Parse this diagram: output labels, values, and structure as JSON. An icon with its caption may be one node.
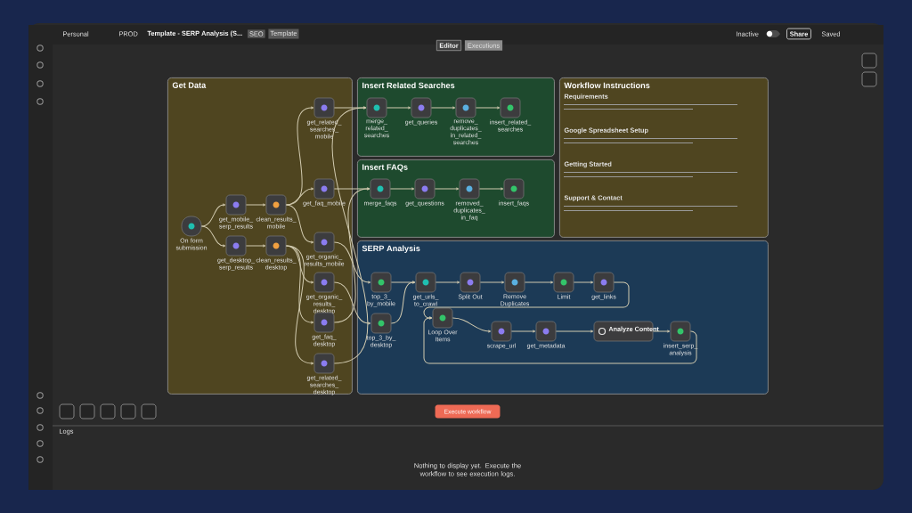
{
  "diagram": {
    "nodes": [
      {
        "text": [
          "Get Data"
        ]
      },
      {
        "text": [
          "Insert Related Searches"
        ]
      },
      {
        "text": [
          "Insert FAQs"
        ]
      },
      {
        "text": [
          "Workflow Instructions",
          "Requirements",
          "Google Spreadsheet Setup",
          "Getting Started",
          "Support & Contact"
        ]
      },
      {
        "text": [
          "SERP Analysis"
        ]
      },
      {
        "text": [
          "On form submission"
        ],
        "in": 0
      },
      {
        "text": [
          "get_mobile_serp_results"
        ],
        "in": 0
      },
      {
        "text": [
          "clean_results_mobile"
        ],
        "in": 0
      },
      {
        "text": [
          "get_desktop_serp_results"
        ],
        "in": 0
      },
      {
        "text": [
          "clean_results_desktop"
        ],
        "in": 0
      },
      {
        "text": [
          "get_related_searches_mobile"
        ],
        "in": 0
      },
      {
        "text": [
          "get_faq_mobile"
        ],
        "in": 0
      },
      {
        "text": [
          "get_organic_results_mobile"
        ],
        "in": 0
      },
      {
        "text": [
          "get_organic_results_desktop"
        ],
        "in": 0
      },
      {
        "text": [
          "get_faq_desktop"
        ],
        "in": 0
      },
      {
        "text": [
          "get_related_searches_desktop"
        ],
        "in": 0
      },
      {
        "text": [
          "merge_related_searches"
        ],
        "in": 1
      },
      {
        "text": [
          "get_queries"
        ],
        "in": 1
      },
      {
        "text": [
          "remove_duplicates_in_related_searches"
        ],
        "in": 1
      },
      {
        "text": [
          "insert_related_searches"
        ],
        "in": 1
      },
      {
        "text": [
          "merge_faqs"
        ],
        "in": 2
      },
      {
        "text": [
          "get_questions"
        ],
        "in": 2
      },
      {
        "text": [
          "removed_duplicates_in_faq"
        ],
        "in": 2
      },
      {
        "text": [
          "insert_faqs"
        ],
        "in": 2
      },
      {
        "text": [
          "top_3_by_mobile"
        ],
        "in": 4
      },
      {
        "text": [
          "get_urls_to_crawl"
        ],
        "in": 4
      },
      {
        "text": [
          "Split Out"
        ],
        "in": 4
      },
      {
        "text": [
          "Remove Duplicates"
        ],
        "in": 4
      },
      {
        "text": [
          "Limit"
        ],
        "in": 4
      },
      {
        "text": [
          "get_links"
        ],
        "in": 4
      },
      {
        "text": [
          "top_3_by_desktop"
        ],
        "in": 4
      },
      {
        "text": [
          "Loop Over Items"
        ],
        "in": 4
      },
      {
        "text": [
          "scrape_url"
        ],
        "in": 4
      },
      {
        "text": [
          "get_metadata"
        ],
        "in": 4
      },
      {
        "text": [
          "Analyze Content"
        ],
        "in": 4
      },
      {
        "text": [
          "insert_serp_analysis"
        ],
        "in": 4
      }
    ],
    "edges": [
      {
        "from": 5,
        "to": 6,
        "arrow": "to"
      },
      {
        "from": 5,
        "to": 8,
        "arrow": "to"
      },
      {
        "from": 6,
        "to": 7,
        "arrow": "to"
      },
      {
        "from": 8,
        "to": 9,
        "arrow": "to"
      },
      {
        "from": 7,
        "to": 10,
        "arrow": "to"
      },
      {
        "from": 7,
        "to": 11,
        "arrow": "to"
      },
      {
        "from": 7,
        "to": 12,
        "arrow": "to"
      },
      {
        "from": 9,
        "to": 13,
        "arrow": "to"
      },
      {
        "from": 9,
        "to": 14,
        "arrow": "to"
      },
      {
        "from": 9,
        "to": 15,
        "arrow": "to"
      },
      {
        "from": 10,
        "to": 16,
        "arrow": "to"
      },
      {
        "from": 15,
        "to": 16,
        "arrow": "to"
      },
      {
        "from": 16,
        "to": 17,
        "arrow": "to"
      },
      {
        "from": 17,
        "to": 18,
        "arrow": "to"
      },
      {
        "from": 18,
        "to": 19,
        "arrow": "to"
      },
      {
        "from": 11,
        "to": 20,
        "arrow": "to"
      },
      {
        "from": 14,
        "to": 20,
        "arrow": "to"
      },
      {
        "from": 20,
        "to": 21,
        "arrow": "to"
      },
      {
        "from": 21,
        "to": 22,
        "arrow": "to"
      },
      {
        "from": 22,
        "to": 23,
        "arrow": "to"
      },
      {
        "from": 12,
        "to": 24,
        "arrow": "to"
      },
      {
        "from": 13,
        "to": 30,
        "arrow": "to"
      },
      {
        "from": 24,
        "to": 25,
        "arrow": "to"
      },
      {
        "from": 30,
        "to": 25,
        "arrow": "to"
      },
      {
        "from": 25,
        "to": 26,
        "arrow": "to"
      },
      {
        "from": 26,
        "to": 27,
        "arrow": "to"
      },
      {
        "from": 27,
        "to": 28,
        "arrow": "to"
      },
      {
        "from": 28,
        "to": 29,
        "arrow": "to"
      },
      {
        "from": 29,
        "to": 31,
        "arrow": "to"
      },
      {
        "from": 31,
        "to": 32,
        "arrow": "to"
      },
      {
        "from": 32,
        "to": 33,
        "arrow": "to"
      },
      {
        "from": 33,
        "to": 34,
        "arrow": "to"
      },
      {
        "from": 34,
        "to": 35,
        "arrow": "to"
      },
      {
        "from": 35,
        "to": 31,
        "arrow": "to"
      }
    ],
    "labels": [
      "Personal",
      "PROD",
      "Template - SERP Analysis (S...",
      "SEO",
      "Template",
      "Editor",
      "Executions",
      "Inactive",
      "Share",
      "Saved",
      "Execute workflow",
      "Logs",
      "Nothing to display yet. Execute the workflow to see execution logs."
    ]
  }
}
